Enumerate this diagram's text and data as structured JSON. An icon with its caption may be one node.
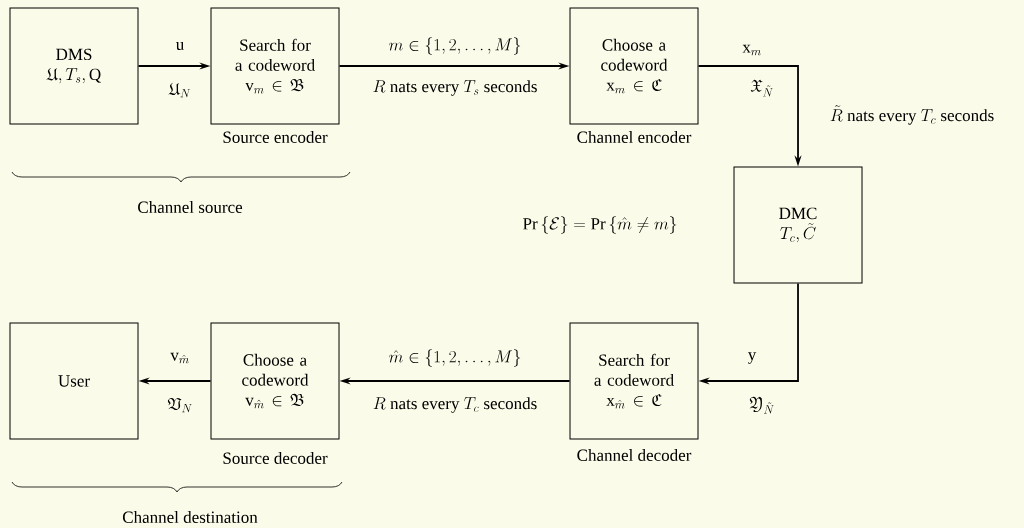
{
  "diagram": {
    "nodes": [
      {
        "text": [
          "DMS",
          "\\mathfrak{U}, T_s, \\mathrm{Q}"
        ]
      },
      {
        "text": [
          "Search for a codeword",
          "\\mathrm{v}_m \\in \\mathfrak{B}"
        ],
        "beside": [
          "Source encoder"
        ]
      },
      {
        "text": [
          "Choose a codeword",
          "\\mathrm{x}_m \\in \\mathfrak{C}"
        ],
        "beside": [
          "Channel encoder"
        ]
      },
      {
        "text": [
          "DMC",
          "T_c, \\tilde{C}"
        ]
      },
      {
        "text": [
          "Search for a codeword",
          "\\mathrm{x}_{\\hat{m}} \\in \\mathfrak{C}"
        ],
        "beside": [
          "Channel decoder"
        ]
      },
      {
        "text": [
          "Choose a codeword",
          "\\mathrm{v}_{\\hat{m}} \\in \\mathfrak{B}"
        ],
        "beside": [
          "Source decoder"
        ]
      },
      {
        "text": [
          "User"
        ]
      }
    ],
    "edges": [
      {
        "from": 0,
        "to": 1,
        "arrow": "to",
        "label": "\\mathrm{u}"
      },
      {
        "from": 1,
        "to": 2,
        "arrow": "to",
        "label": "m \\in \\{1, 2, \\ldots, M\\}"
      },
      {
        "from": 2,
        "to": 3,
        "arrow": "to",
        "label": "\\mathrm{x}_m"
      },
      {
        "from": 3,
        "to": 4,
        "arrow": "to",
        "label": "\\mathrm{y}"
      },
      {
        "from": 4,
        "to": 5,
        "arrow": "to",
        "label": "\\hat{m} \\in \\{1, 2, \\ldots, M\\}"
      },
      {
        "from": 5,
        "to": 6,
        "arrow": "to",
        "label": "\\mathrm{v}_{\\hat{m}}"
      }
    ],
    "labels": [
      "\\mathfrak{U}_N",
      "R\\ \\text{nats every}\\ T_s\\ \\text{seconds}",
      "\\mathfrak{X}_{\\tilde{N}}",
      "\\tilde{R}\\ \\text{nats every}\\ T_c\\ \\text{seconds}",
      "Channel source",
      "\\Pr\\,\\{\\mathcal{E}\\} = \\Pr\\,\\{\\hat{m} \\neq m\\}",
      "\\mathfrak{V}_N",
      "R\\ \\text{nats every}\\ T_c\\ \\text{seconds}",
      "\\mathfrak{Y}_{\\tilde{N}}",
      "Channel destination"
    ]
  }
}
